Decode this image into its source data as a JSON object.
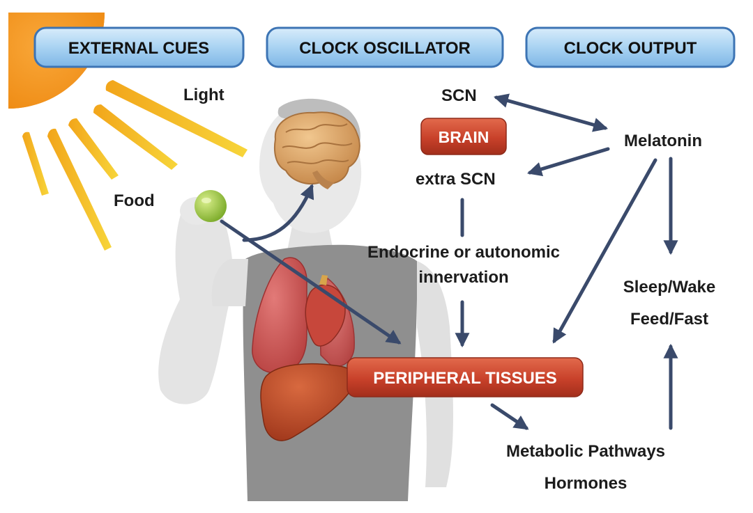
{
  "header": {
    "external_cues": "EXTERNAL CUES",
    "clock_oscillator": "CLOCK OSCILLATOR",
    "clock_output": "CLOCK OUTPUT"
  },
  "cues": {
    "light": "Light",
    "food": "Food"
  },
  "oscillator": {
    "scn": "SCN",
    "brain": "BRAIN",
    "extra_scn": "extra SCN",
    "endocrine_line1": "Endocrine or autonomic",
    "endocrine_line2": "innervation",
    "peripheral_tissues": "PERIPHERAL TISSUES"
  },
  "output": {
    "melatonin": "Melatonin",
    "sleep_wake": "Sleep/Wake",
    "feed_fast": "Feed/Fast",
    "metabolic_pathways": "Metabolic Pathways",
    "hormones": "Hormones"
  },
  "colors": {
    "arrow": "#3a4a6b",
    "pill_fill": "#a9d3f2",
    "pill_stroke": "#3d74b4",
    "red_box": "#c8412a",
    "sun": "#f39a1f",
    "ray": "#f6c81f"
  }
}
